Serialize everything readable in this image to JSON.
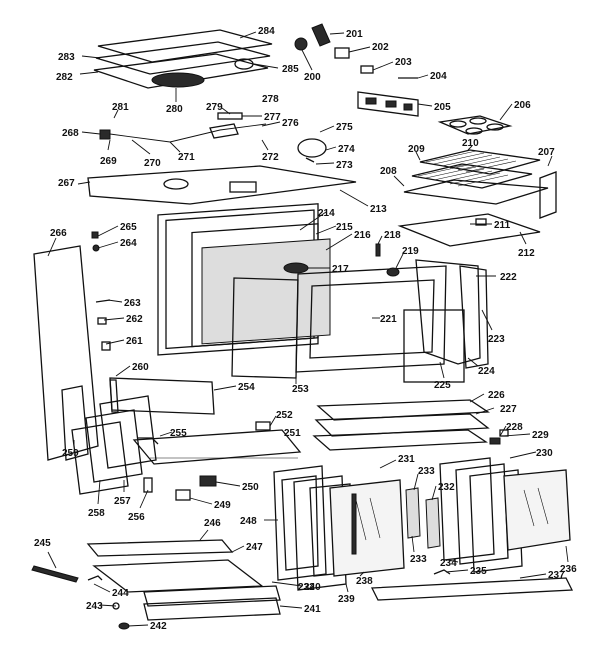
{
  "diagram": {
    "callouts": [
      {
        "id": "c201",
        "text": "201"
      },
      {
        "id": "c202",
        "text": "202"
      },
      {
        "id": "c203",
        "text": "203"
      },
      {
        "id": "c204",
        "text": "204"
      },
      {
        "id": "c205",
        "text": "205"
      },
      {
        "id": "c206",
        "text": "206"
      },
      {
        "id": "c207",
        "text": "207"
      },
      {
        "id": "c208",
        "text": "208"
      },
      {
        "id": "c209",
        "text": "209"
      },
      {
        "id": "c210",
        "text": "210"
      },
      {
        "id": "c211",
        "text": "211"
      },
      {
        "id": "c212",
        "text": "212"
      },
      {
        "id": "c213",
        "text": "213"
      },
      {
        "id": "c214",
        "text": "214"
      },
      {
        "id": "c215",
        "text": "215"
      },
      {
        "id": "c216",
        "text": "216"
      },
      {
        "id": "c217",
        "text": "217"
      },
      {
        "id": "c218",
        "text": "218"
      },
      {
        "id": "c219",
        "text": "219"
      },
      {
        "id": "c221",
        "text": "221"
      },
      {
        "id": "c222",
        "text": "222"
      },
      {
        "id": "c223",
        "text": "223"
      },
      {
        "id": "c224",
        "text": "224"
      },
      {
        "id": "c225",
        "text": "225"
      },
      {
        "id": "c226",
        "text": "226"
      },
      {
        "id": "c227",
        "text": "227"
      },
      {
        "id": "c228",
        "text": "228"
      },
      {
        "id": "c229",
        "text": "229"
      },
      {
        "id": "c230",
        "text": "230"
      },
      {
        "id": "c231",
        "text": "231"
      },
      {
        "id": "c232a",
        "text": "232"
      },
      {
        "id": "c232b",
        "text": "232"
      },
      {
        "id": "c233a",
        "text": "233"
      },
      {
        "id": "c233b",
        "text": "233"
      },
      {
        "id": "c234",
        "text": "234"
      },
      {
        "id": "c235",
        "text": "235"
      },
      {
        "id": "c236",
        "text": "236"
      },
      {
        "id": "c237",
        "text": "237"
      },
      {
        "id": "c238",
        "text": "238"
      },
      {
        "id": "c239",
        "text": "239"
      },
      {
        "id": "c240",
        "text": "240"
      },
      {
        "id": "c241",
        "text": "241"
      },
      {
        "id": "c242",
        "text": "242"
      },
      {
        "id": "c243",
        "text": "243"
      },
      {
        "id": "c244",
        "text": "244"
      },
      {
        "id": "c245",
        "text": "245"
      },
      {
        "id": "c246",
        "text": "246"
      },
      {
        "id": "c247",
        "text": "247"
      },
      {
        "id": "c248",
        "text": "248"
      },
      {
        "id": "c249",
        "text": "249"
      },
      {
        "id": "c250",
        "text": "250"
      },
      {
        "id": "c251",
        "text": "251"
      },
      {
        "id": "c252",
        "text": "252"
      },
      {
        "id": "c253",
        "text": "253"
      },
      {
        "id": "c254",
        "text": "254"
      },
      {
        "id": "c255",
        "text": "255"
      },
      {
        "id": "c256",
        "text": "256"
      },
      {
        "id": "c257",
        "text": "257"
      },
      {
        "id": "c258",
        "text": "258"
      },
      {
        "id": "c259",
        "text": "259"
      },
      {
        "id": "c260",
        "text": "260"
      },
      {
        "id": "c261",
        "text": "261"
      },
      {
        "id": "c262",
        "text": "262"
      },
      {
        "id": "c263",
        "text": "263"
      },
      {
        "id": "c264",
        "text": "264"
      },
      {
        "id": "c265",
        "text": "265"
      },
      {
        "id": "c266",
        "text": "266"
      },
      {
        "id": "c267",
        "text": "267"
      },
      {
        "id": "c268",
        "text": "268"
      },
      {
        "id": "c269",
        "text": "269"
      },
      {
        "id": "c270",
        "text": "270"
      },
      {
        "id": "c271",
        "text": "271"
      },
      {
        "id": "c272",
        "text": "272"
      },
      {
        "id": "c273",
        "text": "273"
      },
      {
        "id": "c274",
        "text": "274"
      },
      {
        "id": "c275",
        "text": "275"
      },
      {
        "id": "c276",
        "text": "276"
      },
      {
        "id": "c277",
        "text": "277"
      },
      {
        "id": "c278",
        "text": "278"
      },
      {
        "id": "c279",
        "text": "279"
      },
      {
        "id": "c280",
        "text": "280"
      },
      {
        "id": "c281",
        "text": "281"
      },
      {
        "id": "c282",
        "text": "282"
      },
      {
        "id": "c283",
        "text": "283"
      },
      {
        "id": "c284",
        "text": "284"
      },
      {
        "id": "c285",
        "text": "285"
      },
      {
        "id": "c200",
        "text": "200"
      }
    ]
  }
}
